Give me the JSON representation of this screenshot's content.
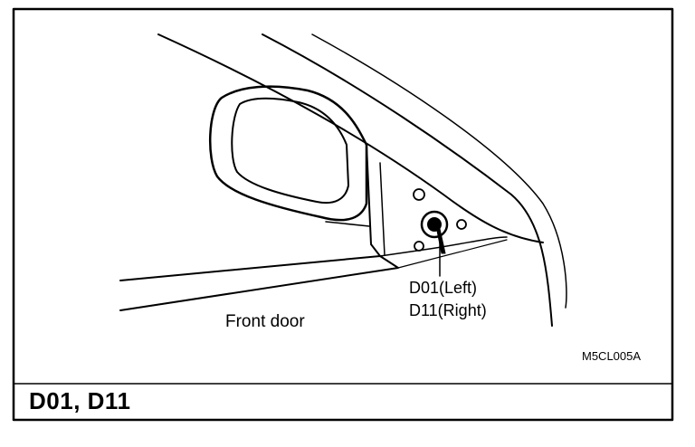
{
  "diagram": {
    "labels": {
      "front_door": "Front door",
      "connector_left": "D01(Left)",
      "connector_right": "D11(Right)",
      "figure_code": "M5CL005A",
      "caption": "D01, D11"
    },
    "colors": {
      "line": "#000000",
      "background": "#ffffff"
    }
  }
}
